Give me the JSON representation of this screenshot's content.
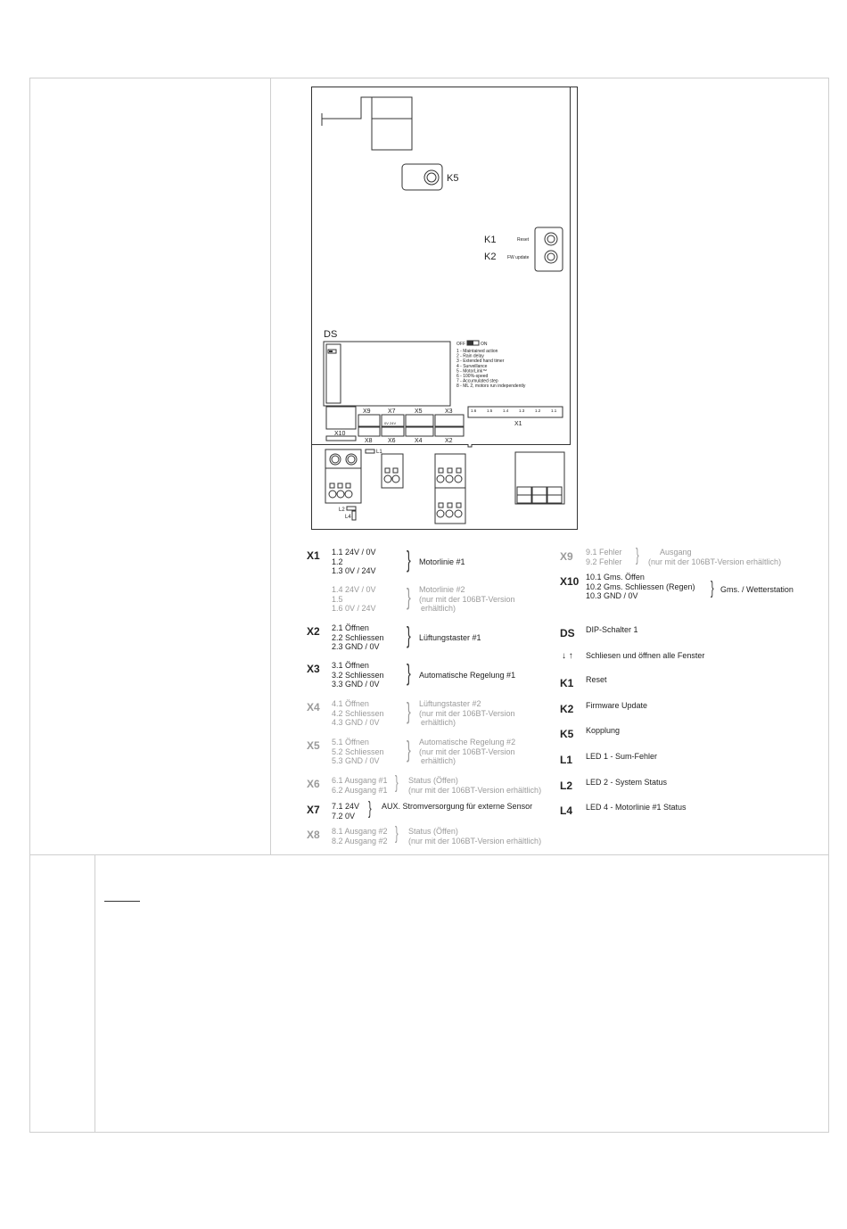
{
  "board": {
    "k5": "K5",
    "k1": "K1",
    "k1_label": "Reset",
    "k2": "K2",
    "k2_label": "FW update",
    "ds": "DS",
    "dip_off": "OFF",
    "dip_on": "ON",
    "dip_items": [
      "1 - Maintained action",
      "2 - Rain delay",
      "3 - Extended hand timer",
      "4 - Surveillance",
      "5 - MotorLink™",
      "6 - 100%-speed",
      "7 - Accumulated step",
      "8 - ML 2, motors run independently"
    ],
    "x9": "X9",
    "x7": "X7",
    "x5": "X5",
    "x3": "X3",
    "x10": "X10",
    "x8": "X8",
    "x6": "X6",
    "x4": "X4",
    "x2": "X2",
    "x1": "X1",
    "x1_pins": [
      "1.6",
      "1.5",
      "1.4",
      "1.3",
      "1.2",
      "1.1"
    ],
    "x7_pins": "0V 24V",
    "l1": "L1",
    "l2": "L2",
    "l4": "L4"
  },
  "legend_left": [
    {
      "code": "X1",
      "grey": false,
      "lines": [
        "1.1  24V / 0V",
        "1.2",
        "1.3  0V / 24V"
      ],
      "desc": [
        "Motorlinie #1"
      ]
    },
    {
      "code": "",
      "grey": true,
      "lines": [
        "1.4  24V / 0V",
        "1.5",
        "1.6  0V / 24V"
      ],
      "desc": [
        "Motorlinie #2",
        "(nur mit der 106BT-Version",
        "erhältlich)"
      ]
    },
    {
      "code": "X2",
      "grey": false,
      "lines": [
        "2.1  Öffnen",
        "2.2  Schliessen",
        "2.3  GND / 0V"
      ],
      "desc": [
        "Lüftungstaster #1"
      ]
    },
    {
      "code": "X3",
      "grey": false,
      "lines": [
        "3.1  Öffnen",
        "3.2  Schliessen",
        "3.3  GND / 0V"
      ],
      "desc": [
        "Automatische Regelung #1"
      ]
    },
    {
      "code": "X4",
      "grey": true,
      "lines": [
        "4.1  Öffnen",
        "4.2  Schliessen",
        "4.3  GND / 0V"
      ],
      "desc": [
        "Lüftungstaster #2",
        "(nur mit der 106BT-Version",
        "erhältlich)"
      ]
    },
    {
      "code": "X5",
      "grey": true,
      "lines": [
        "5.1  Öffnen",
        "5.2  Schliessen",
        "5.3  GND / 0V"
      ],
      "desc": [
        "Automatische Regelung #2",
        "(nur mit der 106BT-Version",
        "erhältlich)"
      ]
    },
    {
      "code": "X6",
      "grey": true,
      "lines": [
        "6.1  Ausgang #1",
        "6.2  Ausgang #1"
      ],
      "desc": [
        "Status (Öffen)",
        "(nur  mit der 106BT-Version erhältlich)"
      ]
    },
    {
      "code": "X7",
      "grey": false,
      "lines": [
        "7.1  24V",
        "7.2  0V"
      ],
      "desc": [
        "AUX. Stromversorgung für externe Sensor"
      ]
    },
    {
      "code": "X8",
      "grey": true,
      "lines": [
        "8.1  Ausgang #2",
        "8.2  Ausgang #2"
      ],
      "desc": [
        "Status (Öffen)",
        "(nur mit der 106BT-Version erhältlich)"
      ]
    }
  ],
  "legend_right": [
    {
      "code": "X9",
      "grey": true,
      "lines": [
        "9.1  Fehler",
        "9.2  Fehler"
      ],
      "desc": [
        "Ausgang",
        "(nur mit der 106BT-Version erhältlich)"
      ]
    },
    {
      "code": "X10",
      "grey": false,
      "lines": [
        "10.1  Gms. Öffen",
        "10.2  Gms. Schliessen (Regen)",
        "10.3  GND / 0V"
      ],
      "desc": [
        "Gms. / Wetterstation"
      ]
    },
    {
      "code": "DS",
      "text": "DIP-Schalter 1"
    },
    {
      "code": "",
      "text": "Schliesen und öffnen alle Fenster"
    },
    {
      "code": "K1",
      "text": "Reset"
    },
    {
      "code": "K2",
      "text": "Firmware Update"
    },
    {
      "code": "K5",
      "text": "Kopplung"
    },
    {
      "code": "L1",
      "text": "LED 1 - Sum-Fehler"
    },
    {
      "code": "L2",
      "text": "LED 2 - System Status"
    },
    {
      "code": "L4",
      "text": "LED 4 - Motorlinie #1 Status"
    }
  ]
}
